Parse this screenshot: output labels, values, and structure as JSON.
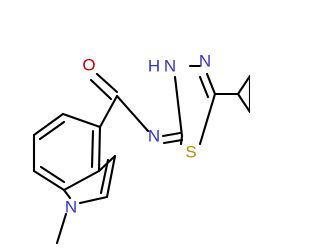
{
  "molecule": {
    "atom_labels": {
      "oxygen": "O",
      "nitrogen_imine": "N",
      "nitrogen_nh": "N",
      "hydrogen_nh": "H",
      "nitrogen_ring": "N",
      "sulfur": "S",
      "nitrogen_indole": "N"
    }
  },
  "colors": {
    "carbon_bond": "#000000",
    "nitrogen": "#3333cc",
    "oxygen": "#cc0000",
    "sulfur": "#b38f00"
  }
}
